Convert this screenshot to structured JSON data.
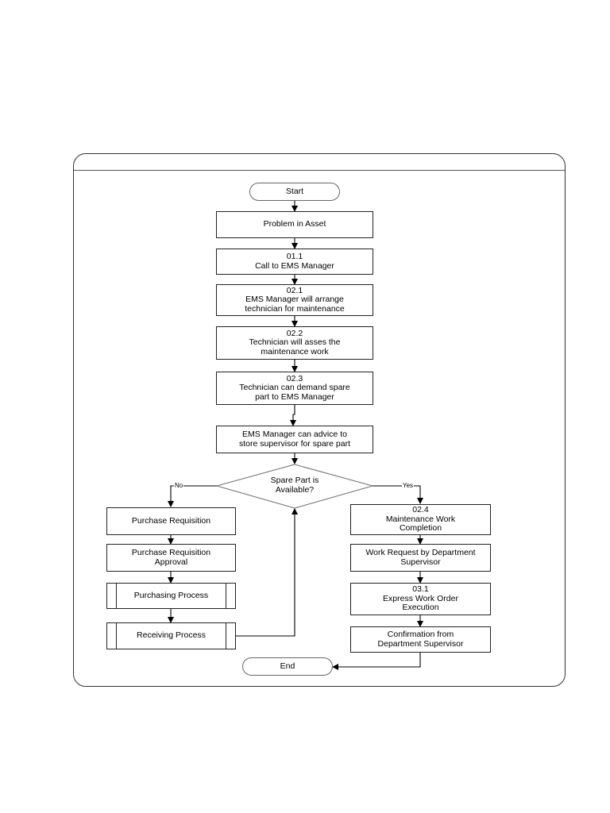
{
  "flowchart": {
    "start": "Start",
    "end": "End",
    "problem": "Problem in Asset",
    "step_01_1": {
      "code": "01.1",
      "text": "Call to EMS Manager"
    },
    "step_02_1": {
      "code": "02.1",
      "line1": "EMS Manager will arrange",
      "line2": "technician for maintenance"
    },
    "step_02_2": {
      "code": "02.2",
      "line1": "Technician will asses the",
      "line2": "maintenance work"
    },
    "step_02_3": {
      "code": "02.3",
      "line1": "Technician can demand spare",
      "line2": "part to EMS Manager"
    },
    "advice": {
      "line1": "EMS Manager can advice to",
      "line2": "store supervisor for spare part"
    },
    "decision": {
      "line1": "Spare Part is",
      "line2": "Available?",
      "no": "No",
      "yes": "Yes"
    },
    "no_branch": {
      "purchase_requisition": "Purchase Requisition",
      "pr_approval": {
        "line1": "Purchase Requisition",
        "line2": "Approval"
      },
      "purchasing_process": "Purchasing Process",
      "receiving_process": "Receiving Process"
    },
    "yes_branch": {
      "step_02_4": {
        "code": "02.4",
        "line1": "Maintenance Work",
        "line2": "Completion"
      },
      "work_request": {
        "line1": "Work Request by Department",
        "line2": "Supervisor"
      },
      "step_03_1": {
        "code": "03.1",
        "line1": "Express Work Order",
        "line2": "Execution"
      },
      "confirmation": {
        "line1": "Confirmation from",
        "line2": "Department Supervisor"
      }
    }
  }
}
